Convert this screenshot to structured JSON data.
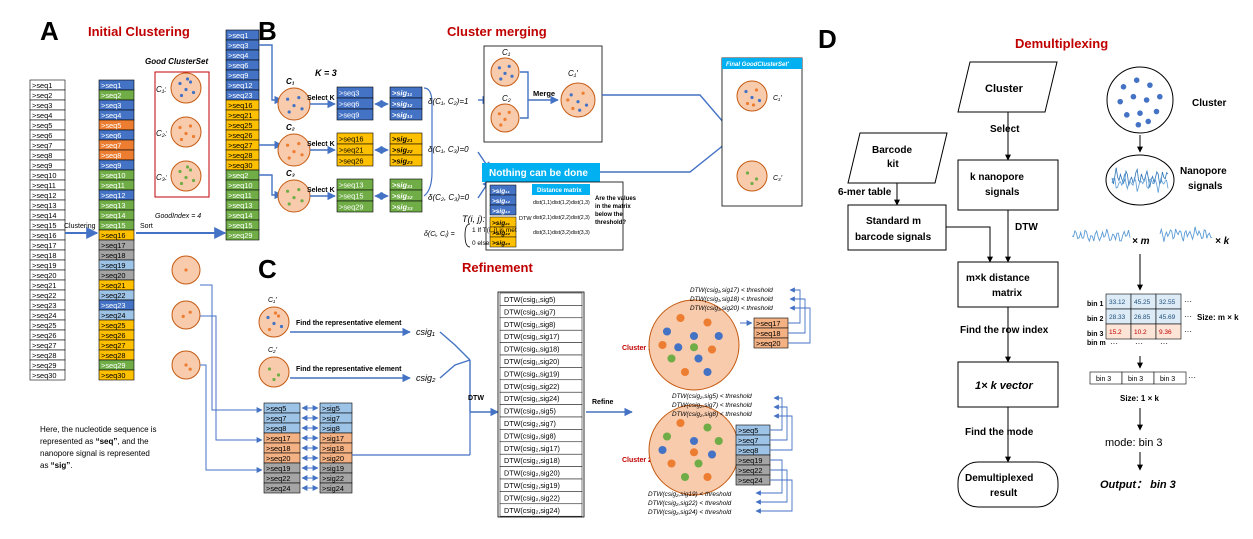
{
  "panels": {
    "A": {
      "letter": "A",
      "title": "Initial Clustering"
    },
    "B": {
      "letter": "B",
      "title": "Cluster merging"
    },
    "C": {
      "letter": "C",
      "title": "Refinement"
    },
    "D": {
      "letter": "D",
      "title": "Demultiplexing"
    }
  },
  "colors": {
    "red_title": "#c00000",
    "blue": "#4472c4",
    "orange": "#ed7d31",
    "green": "#70ad47",
    "yellow": "#ffc000",
    "gray": "#a5a5a5",
    "light_blue": "#9dc3e6",
    "salmon": "#f4b183",
    "cyan": "#00b0f0"
  },
  "seq_list": [
    "seq1",
    "seq2",
    "seq3",
    "seq4",
    "seq5",
    "seq6",
    "seq7",
    "seq8",
    "seq9",
    "seq10",
    "seq11",
    "seq12",
    "seq13",
    "seq14",
    "seq15",
    "seq16",
    "seq17",
    "seq18",
    "seq19",
    "seq20",
    "seq21",
    "seq22",
    "seq23",
    "seq24",
    "seq25",
    "seq26",
    "seq27",
    "seq28",
    "seq29",
    "seq30"
  ],
  "clustered_list": [
    {
      "t": "seq1",
      "c": "blue"
    },
    {
      "t": "seq2",
      "c": "green"
    },
    {
      "t": "seq3",
      "c": "blue"
    },
    {
      "t": "seq4",
      "c": "blue"
    },
    {
      "t": "seq5",
      "c": "orange"
    },
    {
      "t": "seq6",
      "c": "blue"
    },
    {
      "t": "seq7",
      "c": "orange"
    },
    {
      "t": "seq8",
      "c": "orange"
    },
    {
      "t": "seq9",
      "c": "blue"
    },
    {
      "t": "seq10",
      "c": "green"
    },
    {
      "t": "seq11",
      "c": "green"
    },
    {
      "t": "seq12",
      "c": "blue"
    },
    {
      "t": "seq13",
      "c": "green"
    },
    {
      "t": "seq14",
      "c": "green"
    },
    {
      "t": "seq15",
      "c": "green"
    },
    {
      "t": "seq16",
      "c": "yellow"
    },
    {
      "t": "seq17",
      "c": "gray"
    },
    {
      "t": "seq18",
      "c": "gray"
    },
    {
      "t": "seq19",
      "c": "light_blue"
    },
    {
      "t": "seq20",
      "c": "gray"
    },
    {
      "t": "seq21",
      "c": "yellow"
    },
    {
      "t": "seq22",
      "c": "light_blue"
    },
    {
      "t": "seq23",
      "c": "blue"
    },
    {
      "t": "seq24",
      "c": "light_blue"
    },
    {
      "t": "seq25",
      "c": "yellow"
    },
    {
      "t": "seq26",
      "c": "yellow"
    },
    {
      "t": "seq27",
      "c": "yellow"
    },
    {
      "t": "seq28",
      "c": "yellow"
    },
    {
      "t": "seq29",
      "c": "green"
    },
    {
      "t": "seq30",
      "c": "yellow"
    }
  ],
  "good_list": [
    {
      "t": "seq1",
      "c": "blue"
    },
    {
      "t": "seq3",
      "c": "blue"
    },
    {
      "t": "seq4",
      "c": "blue"
    },
    {
      "t": "seq6",
      "c": "blue"
    },
    {
      "t": "seq9",
      "c": "blue"
    },
    {
      "t": "seq12",
      "c": "blue"
    },
    {
      "t": "seq23",
      "c": "blue"
    },
    {
      "t": "seq16",
      "c": "yellow"
    },
    {
      "t": "seq21",
      "c": "yellow"
    },
    {
      "t": "seq25",
      "c": "yellow"
    },
    {
      "t": "seq26",
      "c": "yellow"
    },
    {
      "t": "seq27",
      "c": "yellow"
    },
    {
      "t": "seq28",
      "c": "yellow"
    },
    {
      "t": "seq30",
      "c": "yellow"
    },
    {
      "t": "seq2",
      "c": "green"
    },
    {
      "t": "seq10",
      "c": "green"
    },
    {
      "t": "seq11",
      "c": "green"
    },
    {
      "t": "seq13",
      "c": "green"
    },
    {
      "t": "seq14",
      "c": "green"
    },
    {
      "t": "seq15",
      "c": "green"
    },
    {
      "t": "seq29",
      "c": "green"
    }
  ],
  "labels_A": {
    "good_cluster_set": "Good ClusterSet",
    "c1": "C₁:",
    "c2": "C₂:",
    "c3": "C₃:",
    "clustering": "Clustering",
    "sort": "Sort",
    "good_index": "GoodIndex = 4",
    "note_line1": "Here, the nucleotide sequence is",
    "note_line2a": "represented as ",
    "note_line2b": "“seq”",
    "note_line2c": ", and the",
    "note_line3": "nanopore signal is represented",
    "note_line4a": "as ",
    "note_line4b": "“sig”",
    "note_line4c": "."
  },
  "labels_B": {
    "k_eq": "K = 3",
    "select_k": "Select K",
    "c1": "C₁",
    "c2": "C₂",
    "c3": "C₃",
    "sel1": [
      "seq3",
      "seq6",
      "seq9"
    ],
    "sel2": [
      "seq16",
      "seq21",
      "seq26"
    ],
    "sel3": [
      "seq13",
      "seq15",
      "seq29"
    ],
    "sig1": [
      ">sig₁₁",
      ">sig₁₂",
      ">sig₁₃"
    ],
    "sig2": [
      ">sig₂₁",
      ">sig₂₂",
      ">sig₂₃"
    ],
    "sig3": [
      ">sig₃₁",
      ">sig₃₂",
      ">sig₃₃"
    ],
    "d12": "δ(C₁, C₂)=1",
    "d13": "δ(C₁, C₃)=0",
    "d23": "δ(C₂, C₃)=0",
    "merge": "Merge",
    "mc1": "C₁",
    "mc2": "C₂",
    "mc1p": "C₁′",
    "nothing": "Nothing can be done",
    "final_title": "Final GoodClusterSet'",
    "fc1": "C₁′",
    "fc3": "C₃′",
    "t_ij": "T(i, j):",
    "dm_title": "Distance matrix",
    "dtw_small": "DTW",
    "mini_sigs_a": [
      ">sig₁₁",
      ">sig₁₂",
      ">sig₁₃"
    ],
    "mini_sigs_b": [
      ">sig₂₁",
      ">sig₂₂",
      ">sig₂₃"
    ],
    "dm_cells": [
      "dist(1,1)",
      "dist(1,2)",
      "dist(1,3)",
      "dist(2,1)",
      "dist(2,2)",
      "dist(2,3)",
      "dist(3,1)",
      "dist(3,2)",
      "dist(3,3)"
    ],
    "question": "Are the values in the matrix below the threshold?",
    "delta_def": "δ(Cᵢ, Cⱼ) =",
    "delta_case1": "1  If T(i, j) is met",
    "delta_case2": "0  else"
  },
  "labels_C": {
    "c1p": "C₁′",
    "c2p": "C₂′",
    "find_rep": "Find the representative element",
    "csig1": "csig₁",
    "csig2": "csig₂",
    "dtw": "DTW",
    "refine": "Refine",
    "seqs": [
      "seq5",
      "seq7",
      "seq8",
      "seq17",
      "seq18",
      "seq20",
      "seq19",
      "seq22",
      "seq24"
    ],
    "sigs": [
      "sig5",
      "sig7",
      "sig8",
      "sig17",
      "sig18",
      "sig20",
      "sig19",
      "sig22",
      "sig24"
    ],
    "dtw_list": [
      "DTW(csig₁,sig5)",
      "DTW(csig₁,sig7)",
      "DTW(csig₁,sig8)",
      "DTW(csig₁,sig17)",
      "DTW(csig₁,sig18)",
      "DTW(csig₁,sig20)",
      "DTW(csig₁,sig19)",
      "DTW(csig₁,sig22)",
      "DTW(csig₁,sig24)",
      "DTW(csig₂,sig5)",
      "DTW(csig₂,sig7)",
      "DTW(csig₂,sig8)",
      "DTW(csig₂,sig17)",
      "DTW(csig₂,sig18)",
      "DTW(csig₂,sig20)",
      "DTW(csig₂,sig19)",
      "DTW(csig₂,sig22)",
      "DTW(csig₂,sig24)"
    ],
    "cluster1": "Cluster 1",
    "cluster2": "Cluster 2",
    "th1": [
      "DTW(csig₁,sig17) < threshold",
      "DTW(csig₁,sig18) < threshold",
      "DTW(csig₁,sig20) < threshold"
    ],
    "th2": [
      "DTW(csig₂,sig5) < threshold",
      "DTW(csig₂,sig7) < threshold",
      "DTW(csig₂,sig8) < threshold"
    ],
    "th3": [
      "DTW(csig₂,sig19) < threshold",
      "DTW(csig₂,sig22) < threshold",
      "DTW(csig₂,sig24) < threshold"
    ],
    "c1_seqs": [
      ">seq17",
      ">seq18",
      ">seq20"
    ],
    "c2_seqs": [
      ">seq5",
      ">seq7",
      ">seq8",
      ">seq19",
      ">seq22",
      ">seq24"
    ]
  },
  "labels_D": {
    "cluster": "Cluster",
    "select": "Select",
    "barcode_kit_1": "Barcode",
    "barcode_kit_2": "kit",
    "k_nano_1": "k nanopore",
    "k_nano_2": "signals",
    "six_mer": "6-mer table",
    "std_1": "Standard m",
    "std_2": "barcode signals",
    "dtw": "DTW",
    "mk_1": "m×k distance",
    "mk_2": "matrix",
    "find_row": "Find the row index",
    "vec": "1× k vector",
    "find_mode": "Find the mode",
    "demux_1": "Demultiplexed",
    "demux_2": "result",
    "cluster_r": "Cluster",
    "nano_1": "Nanopore",
    "nano_2": "signals",
    "times_m": "× m",
    "times_k": "× k",
    "bin_rows": [
      "bin 1",
      "bin 2",
      "bin 3",
      "bin m"
    ],
    "vals_r1": [
      "33.12",
      "45.25",
      "32.55"
    ],
    "vals_r2": [
      "28.33",
      "26.85",
      "45.69"
    ],
    "vals_r3": [
      "15.2",
      "10.2",
      "9.36"
    ],
    "size_mk": "Size: m × k",
    "bins3": [
      "bin 3",
      "bin 3",
      "bin 3"
    ],
    "size_1k": "Size: 1 × k",
    "mode": "mode: bin 3",
    "output": "Output： bin 3",
    "dots": "···"
  }
}
